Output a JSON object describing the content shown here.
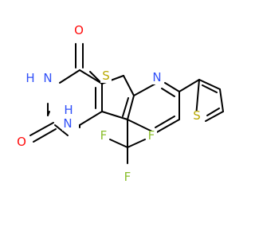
{
  "molecule": {
    "atoms": {
      "o_top": "O",
      "nh_ring_3": "H",
      "n_ring_3": "N",
      "o_bottom": "O",
      "nh_ring_1": "H",
      "n_ring_1": "N",
      "s_thieno": "S",
      "n_pyridine": "N",
      "s_thiophene": "S",
      "f_1": "F",
      "f_2": "F",
      "f_3": "F"
    },
    "colors": {
      "bond": "#000000",
      "oxygen": "#ff0d0d",
      "nitrogen": "#3050f8",
      "sulfur": "#b8a800",
      "fluorine": "#8bbf2d"
    }
  }
}
